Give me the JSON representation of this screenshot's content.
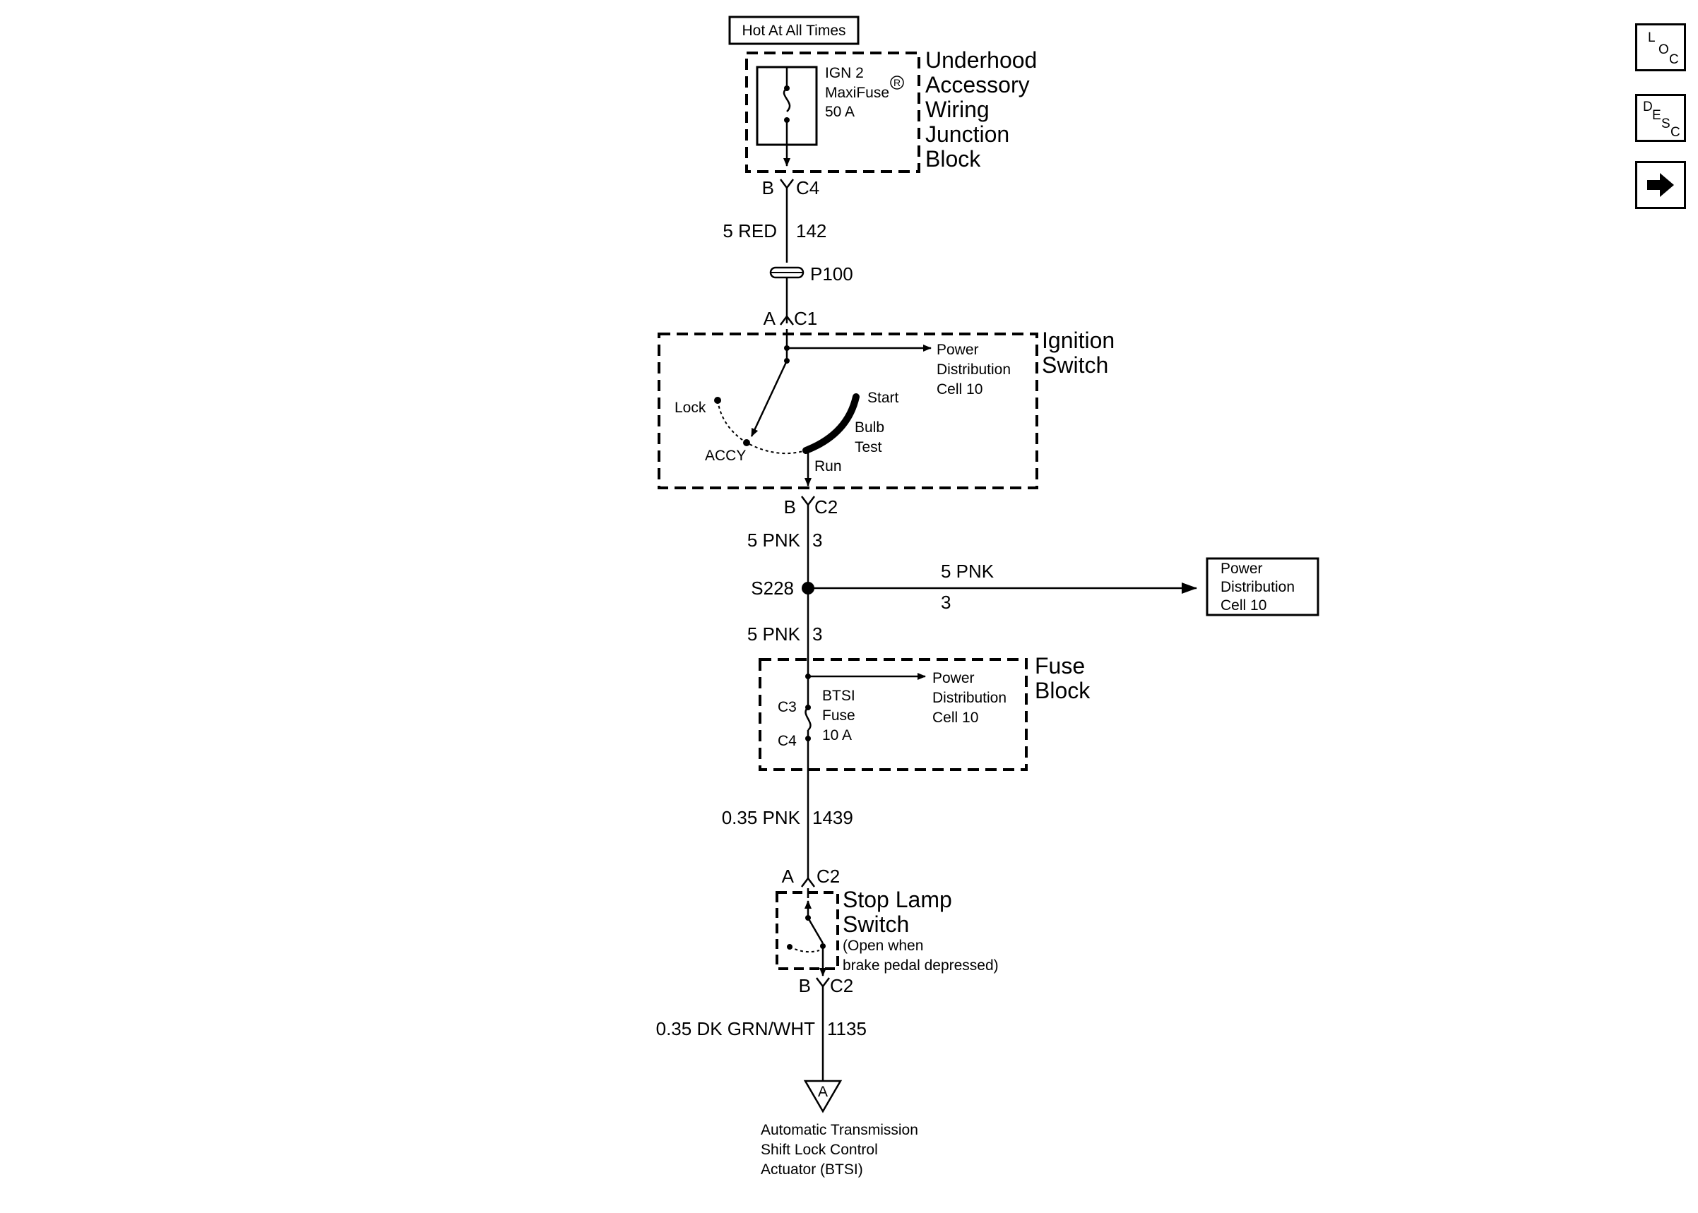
{
  "power_source": "Hot At All Times",
  "junction_block": {
    "fuse_line1": "IGN 2",
    "fuse_line2": "MaxiFuse",
    "fuse_reg": "R",
    "fuse_rating": "50 A",
    "title_lines": [
      "Underhood",
      "Accessory",
      "Wiring",
      "Junction",
      "Block"
    ]
  },
  "connector_c4": {
    "pin": "B",
    "name": "C4"
  },
  "wire1": {
    "gauge_color": "5 RED",
    "circuit": "142"
  },
  "passthrough": "P100",
  "connector_c1": {
    "pin": "A",
    "name": "C1"
  },
  "ignition_switch": {
    "title_lines": [
      "Ignition",
      "Switch"
    ],
    "ref_lines": [
      "Power",
      "Distribution",
      "Cell 10"
    ],
    "positions": {
      "lock": "Lock",
      "accy": "ACCY",
      "start": "Start",
      "bulb": "Bulb",
      "test": "Test",
      "run": "Run"
    }
  },
  "connector_c2_ign": {
    "pin": "B",
    "name": "C2"
  },
  "wire2": {
    "gauge_color": "5 PNK",
    "circuit": "3"
  },
  "splice": {
    "name": "S228",
    "branch_gauge_color": "5 PNK",
    "branch_circuit": "3",
    "dest_lines": [
      "Power",
      "Distribution",
      "Cell 10"
    ]
  },
  "wire3": {
    "gauge_color": "5 PNK",
    "circuit": "3"
  },
  "fuse_block": {
    "title_lines": [
      "Fuse",
      "Block"
    ],
    "ref_lines": [
      "Power",
      "Distribution",
      "Cell 10"
    ],
    "fuse_lines": [
      "BTSI",
      "Fuse",
      "10 A"
    ],
    "in_pin": "C3",
    "out_pin": "C4"
  },
  "wire4": {
    "gauge_color": "0.35 PNK",
    "circuit": "1439"
  },
  "connector_c2_a": {
    "pin": "A",
    "name": "C2"
  },
  "stop_lamp_switch": {
    "title_lines": [
      "Stop Lamp",
      "Switch"
    ],
    "note_lines": [
      "(Open when",
      "brake pedal  depressed)"
    ]
  },
  "connector_c2_b": {
    "pin": "B",
    "name": "C2"
  },
  "wire5": {
    "gauge_color": "0.35 DK GRN/WHT",
    "circuit": "1135"
  },
  "offpage": {
    "letter": "A",
    "dest_lines": [
      "Automatic Transmission",
      "Shift Lock Control",
      "Actuator (BTSI)"
    ]
  },
  "nav": {
    "loc": {
      "big": "L",
      "small": "O",
      "sub": "C"
    },
    "desc": {
      "big": "D",
      "e": "E",
      "s": "S",
      "c": "C"
    },
    "next_icon": "arrow-right-icon"
  }
}
